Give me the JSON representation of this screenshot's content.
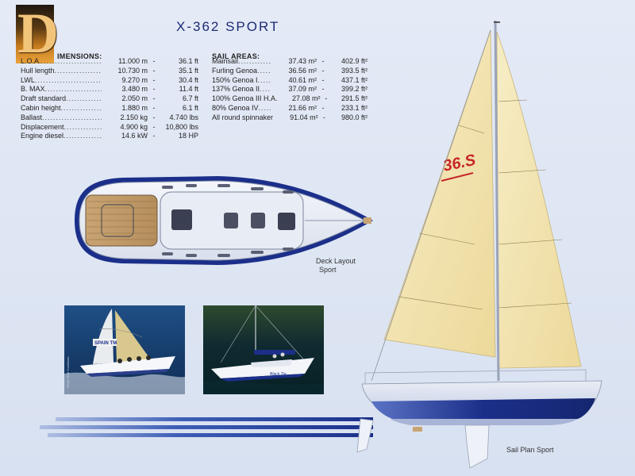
{
  "header": {
    "dropcap_letter": "D",
    "title": "X-362 SPORT"
  },
  "dimensions": {
    "heading": "IMENSIONS:",
    "rows": [
      {
        "label": "L.O.A.",
        "metric": "11.000 m",
        "sep": "-",
        "imperial": "36.1 ft"
      },
      {
        "label": "Hull length",
        "metric": "10.730 m",
        "sep": "-",
        "imperial": "35.1 ft"
      },
      {
        "label": "LWL",
        "metric": "9.270 m",
        "sep": "-",
        "imperial": "30.4 ft"
      },
      {
        "label": "B. MAX",
        "metric": "3.480 m",
        "sep": "-",
        "imperial": "11.4 ft"
      },
      {
        "label": "Draft standard",
        "metric": "2.050 m",
        "sep": "-",
        "imperial": "6.7 ft"
      },
      {
        "label": "Cabin height",
        "metric": "1.880 m",
        "sep": "-",
        "imperial": "6.1 ft"
      },
      {
        "label": "Ballast",
        "metric": "2.150 kg",
        "sep": "-",
        "imperial": "4.740 lbs"
      },
      {
        "label": "Displacement",
        "metric": "4.900 kg",
        "sep": "-",
        "imperial": "10,800 lbs"
      },
      {
        "label": "Engine diesel",
        "metric": "14.6 kW",
        "sep": "-",
        "imperial": "18 HP"
      }
    ]
  },
  "sail_areas": {
    "heading": "SAIL AREAS:",
    "rows": [
      {
        "label": "Mainsail",
        "metric": "37.43 m²",
        "sep": "-",
        "imperial": "402.9 ft²"
      },
      {
        "label": "Furling Genoa",
        "metric": "36.56 m²",
        "sep": "-",
        "imperial": "393.5 ft²"
      },
      {
        "label": "150% Genoa I",
        "metric": "40.61 m²",
        "sep": "-",
        "imperial": "437.1 ft²"
      },
      {
        "label": "137% Genoa II",
        "metric": "37.09 m²",
        "sep": "-",
        "imperial": "399.2 ft²"
      },
      {
        "label": "100% Genoa III H.A.",
        "metric": "27.08 m²",
        "sep": "-",
        "imperial": "291.5 ft²"
      },
      {
        "label": "80% Genoa IV",
        "metric": "21.66 m²",
        "sep": "-",
        "imperial": "233.1 ft²"
      },
      {
        "label": "All round spinnaker",
        "metric": "91.04 m²",
        "sep": "-",
        "imperial": "980.0 ft²"
      }
    ]
  },
  "deck_layout": {
    "caption_line1": "Deck Layout",
    "caption_line2": "Sport"
  },
  "sail_plan": {
    "caption": "Sail Plan Sport",
    "sail_number": "36.S"
  },
  "photos": {
    "photo1_credit": "Photo: Rick Tomlinson",
    "photo1_sail_text": "SPAIN TM",
    "photo2_boat_name": "Black Tie"
  },
  "colors": {
    "title_blue": "#1d2b73",
    "hull_blue": "#1b2f8a",
    "sail_cream": "#f4e6b4",
    "sail_number_red": "#c8262a"
  }
}
